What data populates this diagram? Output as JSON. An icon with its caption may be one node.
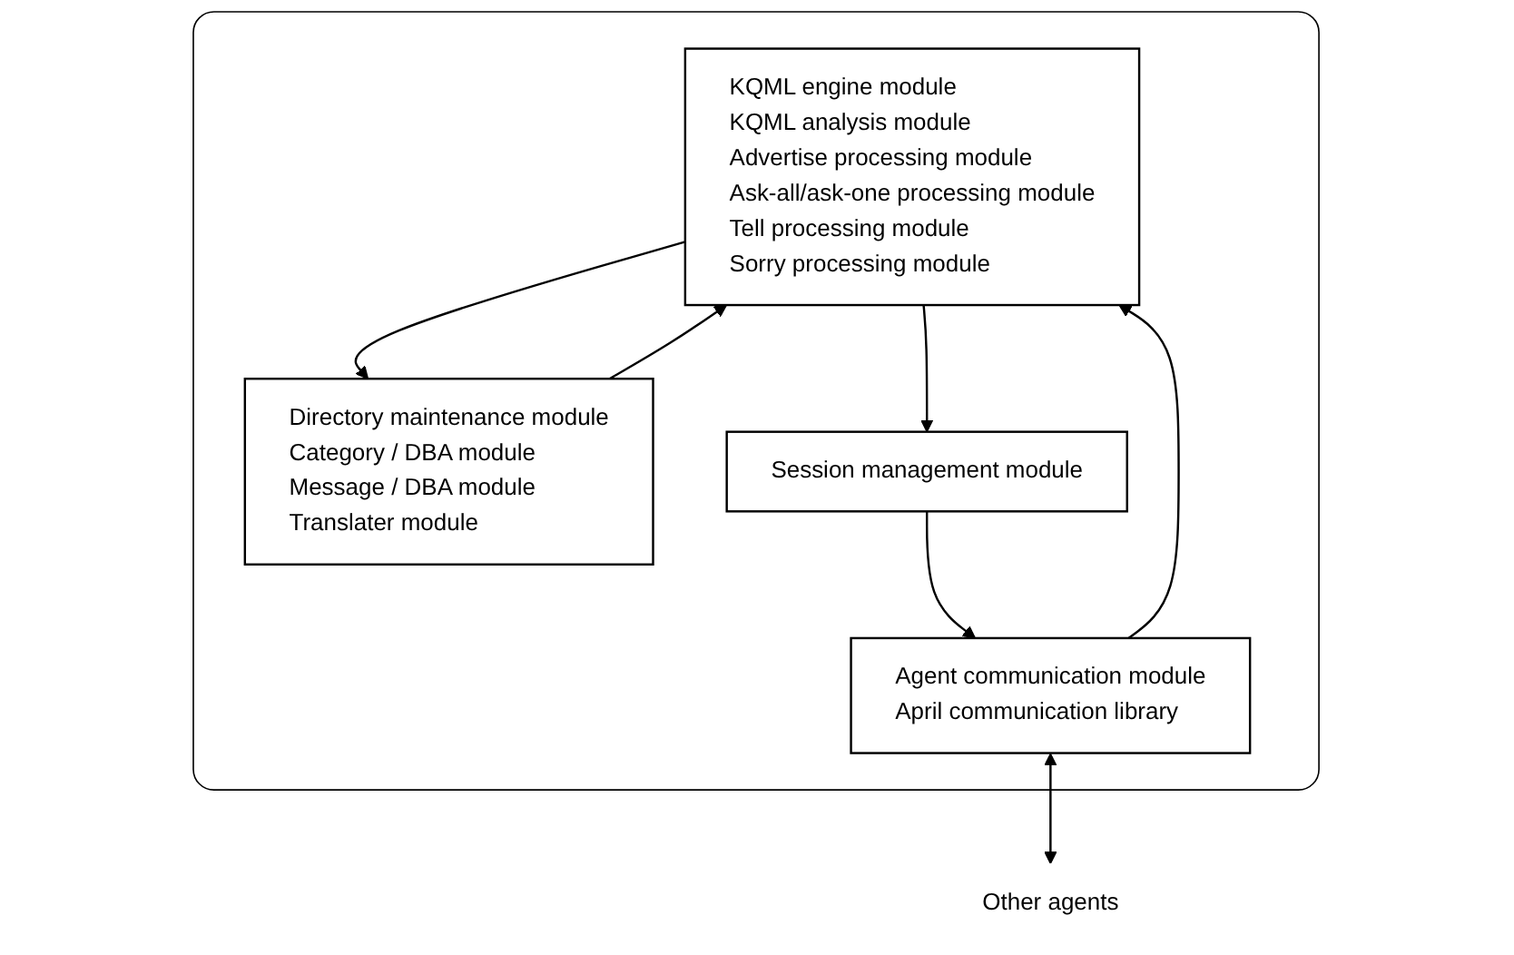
{
  "diagram": {
    "nodes": [
      {
        "text": [],
        "shape": "box"
      },
      {
        "text": [
          "KQML engine module",
          "KQML analysis module",
          "Advertise processing module",
          "Ask-all/ask-one processing module",
          "Tell processing module",
          "Sorry processing module"
        ],
        "in": 0
      },
      {
        "text": [
          "Directory maintenance module",
          "Category / DBA module",
          "Message / DBA module",
          "Translater module"
        ],
        "in": 0
      },
      {
        "text": [
          "Session management module"
        ],
        "in": 0
      },
      {
        "text": [
          "Agent communication module",
          "April communication library"
        ],
        "in": 0
      },
      {
        "text": [
          "Other agents"
        ]
      }
    ],
    "edges": [
      {
        "from": 1,
        "to": 2,
        "arrow": "to"
      },
      {
        "from": 2,
        "to": 1,
        "arrow": "to"
      },
      {
        "from": 1,
        "to": 3,
        "arrow": "to"
      },
      {
        "from": 3,
        "to": 4,
        "arrow": "to"
      },
      {
        "from": 4,
        "to": 1,
        "arrow": "to"
      },
      {
        "from": 4,
        "to": 5,
        "arrow": "both"
      }
    ]
  }
}
